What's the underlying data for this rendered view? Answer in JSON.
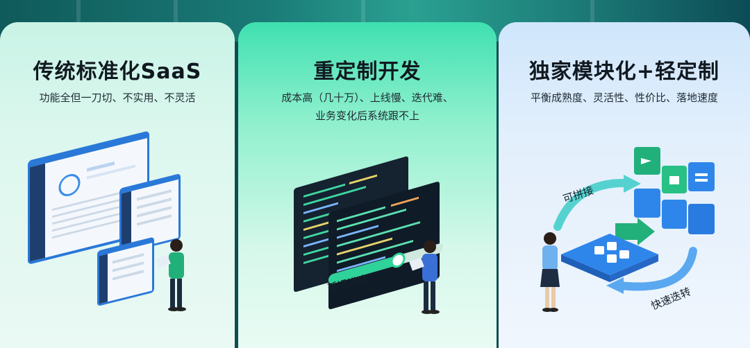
{
  "cards": [
    {
      "title": "传统标准化SaaS",
      "lines": [
        "功能全但一刀切、不实用、不灵活"
      ]
    },
    {
      "title": "重定制开发",
      "lines": [
        "成本高（几十万）、上线慢、迭代难、",
        "业务变化后系统跟不上"
      ],
      "progress_label": "延迟进度"
    },
    {
      "title": "独家模块化+轻定制",
      "lines": [
        "平衡成熟度、灵活性、性价比、落地速度"
      ],
      "label_top": "可拼接",
      "label_bottom": "快速迭转"
    }
  ],
  "colors": {
    "card1_accent": "#2a78d8",
    "card2_accent": "#2fd39a",
    "card3_accent": "#2b7fe6",
    "text_dark": "#101820"
  },
  "icons": [
    "dashboard-illustration",
    "code-illustration",
    "modular-blocks-illustration"
  ]
}
